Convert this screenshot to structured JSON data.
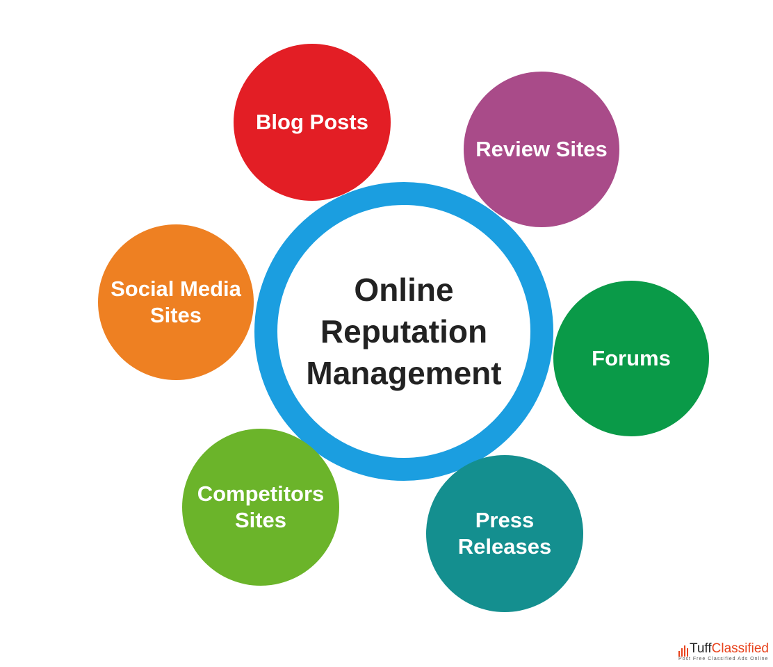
{
  "center": {
    "lines": [
      "Online",
      "Reputation",
      "Management"
    ],
    "color": "#1b9ee0"
  },
  "nodes": [
    {
      "lines": [
        "Blog Posts"
      ],
      "color": "#e31e25"
    },
    {
      "lines": [
        "Review Sites"
      ],
      "color": "#a94b89"
    },
    {
      "lines": [
        "Social Media",
        "Sites"
      ],
      "color": "#ee8022"
    },
    {
      "lines": [
        "Forums"
      ],
      "color": "#0a9a48"
    },
    {
      "lines": [
        "Competitors",
        "Sites"
      ],
      "color": "#6bb42a"
    },
    {
      "lines": [
        "Press",
        "Releases"
      ],
      "color": "#148f8f"
    }
  ],
  "watermark": {
    "brand_a": "Tuff",
    "brand_b": "Classified",
    "tagline": "Post Free Classified Ads Online"
  }
}
